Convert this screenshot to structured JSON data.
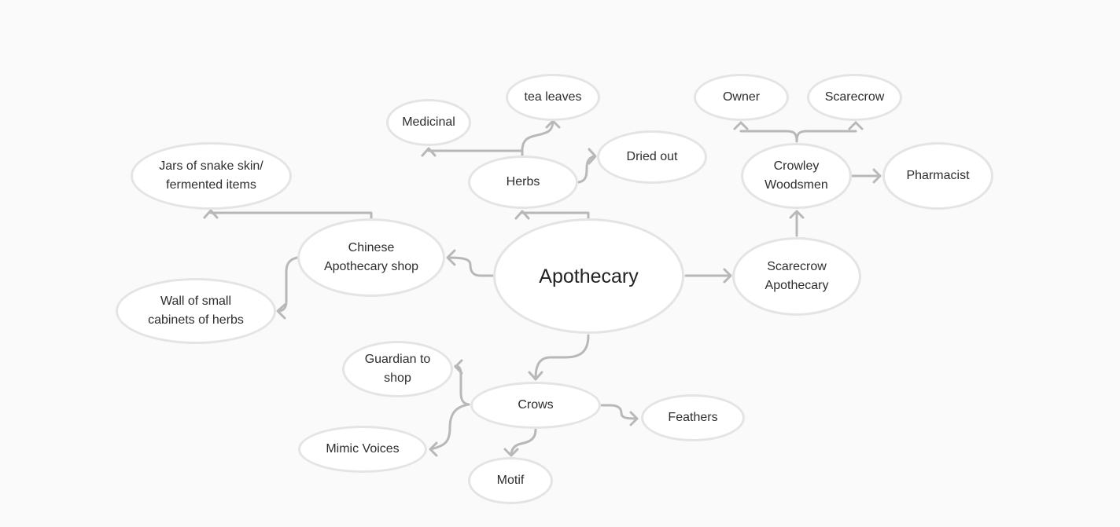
{
  "diagram": {
    "edge_color": "#b8b8b8",
    "node_border_color": "#e4e4e4",
    "background": "#fafafa",
    "nodes": {
      "apothecary": "Apothecary",
      "herbs": "Herbs",
      "medicinal": "Medicinal",
      "tea_leaves": "tea leaves",
      "dried_out": "Dried out",
      "chinese_shop": "Chinese\nApothecary shop",
      "jars": "Jars of snake skin/\nfermented items",
      "wall_cabinets": "Wall of small\ncabinets of herbs",
      "scarecrow_apothecary": "Scarecrow\nApothecary",
      "crowley": "Crowley\nWoodsmen",
      "owner": "Owner",
      "scarecrow": "Scarecrow",
      "pharmacist": "Pharmacist",
      "crows": "Crows",
      "guardian": "Guardian to\nshop",
      "mimic": "Mimic Voices",
      "feathers": "Feathers",
      "motif": "Motif"
    },
    "edges": [
      {
        "from": "apothecary",
        "to": "herbs"
      },
      {
        "from": "herbs",
        "to": "medicinal"
      },
      {
        "from": "herbs",
        "to": "tea_leaves"
      },
      {
        "from": "herbs",
        "to": "dried_out"
      },
      {
        "from": "apothecary",
        "to": "chinese_shop"
      },
      {
        "from": "chinese_shop",
        "to": "jars"
      },
      {
        "from": "chinese_shop",
        "to": "wall_cabinets"
      },
      {
        "from": "apothecary",
        "to": "scarecrow_apothecary"
      },
      {
        "from": "scarecrow_apothecary",
        "to": "crowley"
      },
      {
        "from": "crowley",
        "to": "owner"
      },
      {
        "from": "crowley",
        "to": "scarecrow"
      },
      {
        "from": "crowley",
        "to": "pharmacist"
      },
      {
        "from": "apothecary",
        "to": "crows"
      },
      {
        "from": "crows",
        "to": "guardian"
      },
      {
        "from": "crows",
        "to": "mimic"
      },
      {
        "from": "crows",
        "to": "feathers"
      },
      {
        "from": "crows",
        "to": "motif"
      }
    ]
  }
}
